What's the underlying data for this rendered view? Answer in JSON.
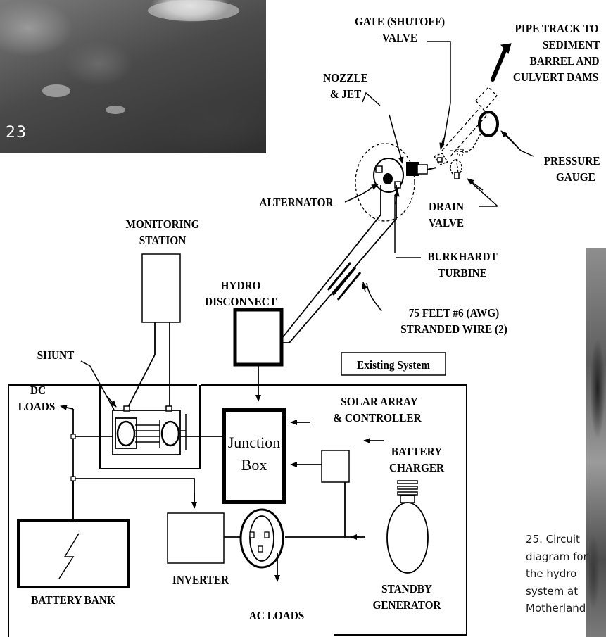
{
  "photos": {
    "top_left_number": "23"
  },
  "caption_lines": [
    "25. Circuit",
    "diagram for",
    "the hydro",
    "system at",
    "Motherland"
  ],
  "labels": {
    "gate_valve": [
      "GATE (SHUTOFF)",
      "VALVE"
    ],
    "pipe_track": [
      "PIPE TRACK TO",
      "SEDIMENT",
      "BARREL AND",
      "CULVERT DAMS"
    ],
    "nozzle_jet": [
      "NOZZLE",
      "& JET"
    ],
    "pressure_gauge": [
      "PRESSURE",
      "GAUGE"
    ],
    "alternator": "ALTERNATOR",
    "drain_valve": [
      "DRAIN",
      "VALVE"
    ],
    "monitoring_station": [
      "MONITORING",
      "STATION"
    ],
    "burkhardt_turbine": [
      "BURKHARDT",
      "TURBINE"
    ],
    "hydro_disconnect": [
      "HYDRO",
      "DISCONNECT"
    ],
    "wire_spec": [
      "75 FEET #6 (AWG)",
      "STRANDED WIRE (2)"
    ],
    "shunt": "SHUNT",
    "existing_system": "Existing System",
    "dc_loads": [
      "DC",
      "LOADS"
    ],
    "solar_array": [
      "SOLAR ARRAY",
      "& CONTROLLER"
    ],
    "junction_box": [
      "Junction",
      "Box"
    ],
    "battery_charger": [
      "BATTERY",
      "CHARGER"
    ],
    "inverter": "INVERTER",
    "battery_bank": "BATTERY BANK",
    "ac_loads": "AC LOADS",
    "standby_generator": [
      "STANDBY",
      "GENERATOR"
    ]
  }
}
